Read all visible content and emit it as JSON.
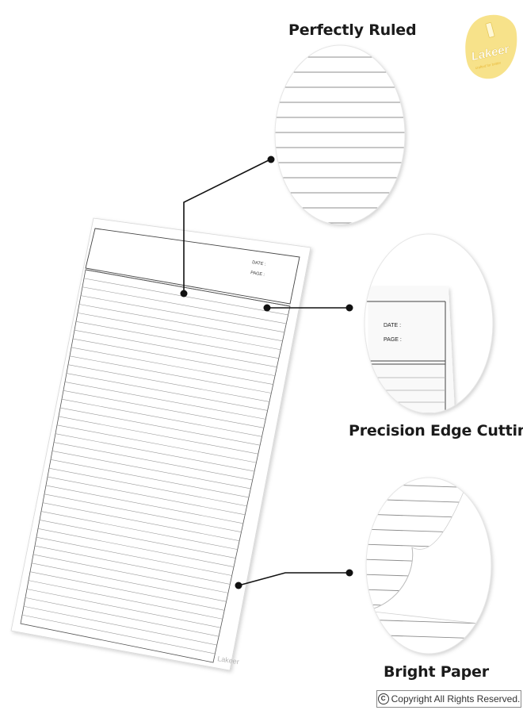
{
  "features": {
    "ruled_title": "Perfectly Ruled",
    "edge_title": "Precision Edge Cutting",
    "bright_title": "Bright Paper"
  },
  "sheet": {
    "date_label": "DATE :",
    "page_label": "PAGE :",
    "brand_mark": "Lakeer",
    "ruled_line_count": 40
  },
  "logo": {
    "brand": "Lakeer",
    "tagline": "crafted for better"
  },
  "copyright": {
    "text": "Copyright All Rights Reserved."
  },
  "colors": {
    "logo_yellow": "#f7e28a",
    "ink": "#1b1b1b",
    "rule_line": "#9a9a9a"
  }
}
